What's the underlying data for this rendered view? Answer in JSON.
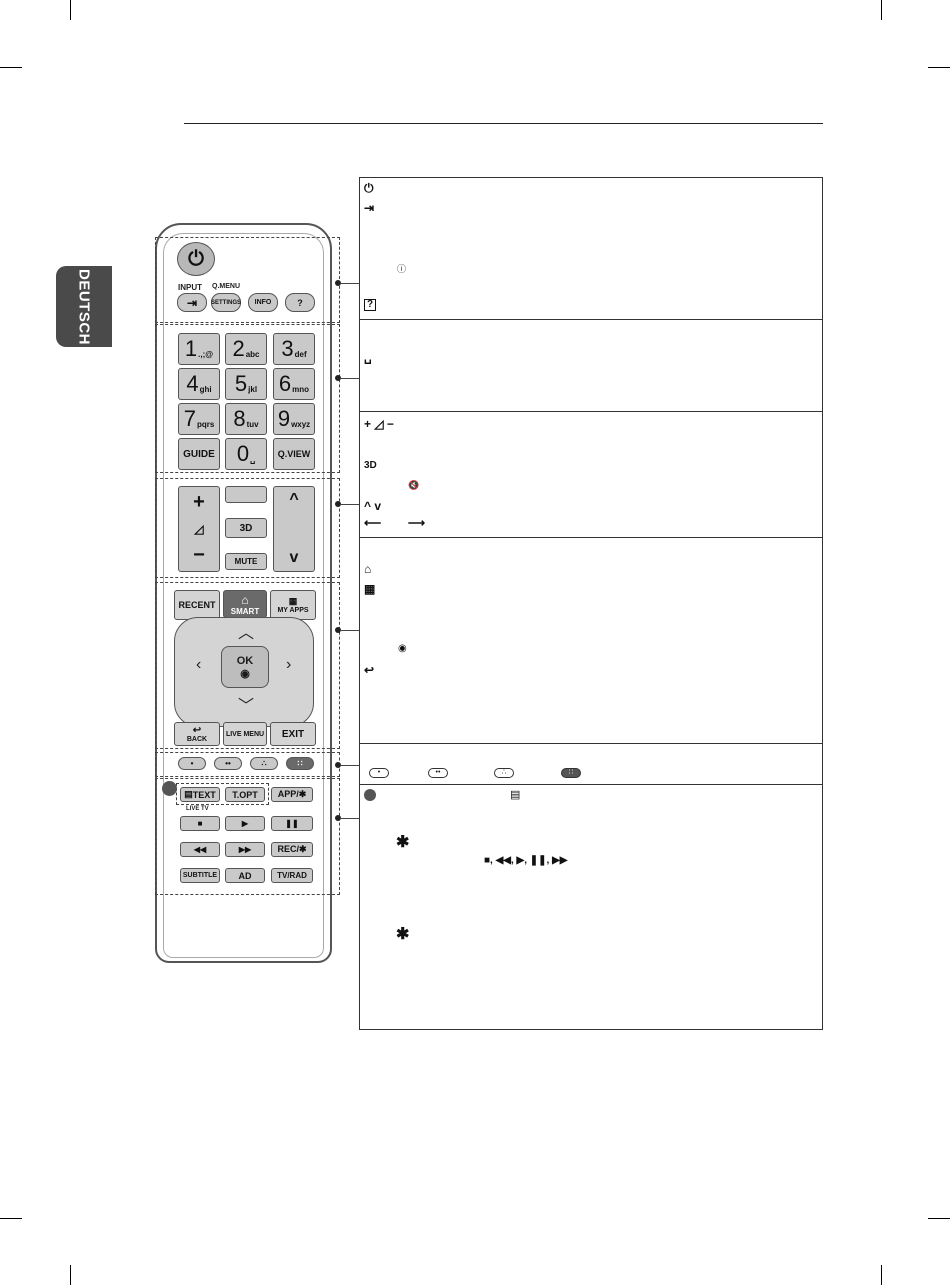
{
  "language_tab": "DEUTSCH",
  "remote": {
    "power_icon": "power-icon",
    "input_label": "INPUT",
    "qmenu_label": "Q.MENU",
    "settings_label": "SETTINGS",
    "info_label": "INFO",
    "help_label": "?",
    "digits": [
      {
        "d": "1",
        "l": ".,;@"
      },
      {
        "d": "2",
        "l": "abc"
      },
      {
        "d": "3",
        "l": "def"
      },
      {
        "d": "4",
        "l": "ghi"
      },
      {
        "d": "5",
        "l": "jkl"
      },
      {
        "d": "6",
        "l": "mno"
      },
      {
        "d": "7",
        "l": "pqrs"
      },
      {
        "d": "8",
        "l": "tuv"
      },
      {
        "d": "9",
        "l": "wxyz"
      }
    ],
    "guide_label": "GUIDE",
    "zero_label": "0",
    "zero_sub": "␣",
    "qview_label": "Q.VIEW",
    "vol_plus": "+",
    "vol_minus": "−",
    "vol_icon": "◿",
    "three_d": "3D",
    "mute_label": "MUTE",
    "ch_up": "^",
    "ch_down": "v",
    "recent_label": "RECENT",
    "smart_label": "SMART",
    "myapps_label": "MY APPS",
    "ok_label": "OK",
    "back_label": "BACK",
    "livemenu_label": "LIVE MENU",
    "exit_label": "EXIT",
    "text_label": "TEXT",
    "topt_label": "T.OPT",
    "app_label": "APP/✱",
    "livetv_label": "LIVE TV",
    "stop": "■",
    "play": "▶",
    "pause": "❚❚",
    "rew": "◀◀",
    "ff": "▶▶",
    "rec_label": "REC/✱",
    "subtitle_label": "SUBTITLE",
    "ad_label": "AD",
    "tvrad_label": "TV/RAD"
  },
  "panel": {
    "power": "⏻",
    "input": "⇥",
    "info": "ⓘ",
    "help": "?",
    "space": "␣",
    "vol": "+ ◿ −",
    "three_d": "3D",
    "mute": "🔇",
    "updown": "^   v",
    "home": "⌂",
    "apps": "▦",
    "ok": "◉",
    "back": "↩",
    "fav": "✱",
    "media": "■, ◀◀, ▶, ❚❚, ▶▶",
    "fav2": "✱",
    "text": "▤"
  },
  "colors": {
    "tab": "#4a4a4a",
    "button": "#c9c9c9",
    "dark_button": "#6a6a6a"
  }
}
